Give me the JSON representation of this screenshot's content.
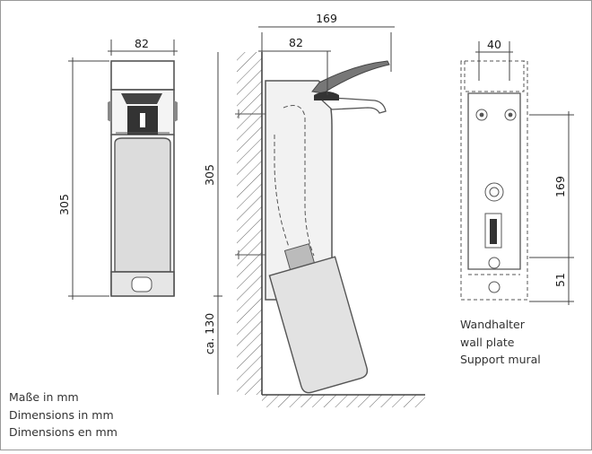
{
  "units_caption": [
    "Maße in mm",
    "Dimensions in mm",
    "Dimensions en mm"
  ],
  "wall_plate_caption": [
    "Wandhalter",
    "wall plate",
    "Support mural"
  ],
  "dimensions": {
    "front_width": "82",
    "front_height": "305",
    "side_total_depth": "169",
    "side_body_depth": "82",
    "side_height": "305",
    "side_mount_height": "ca. 130",
    "plate_top_width": "40",
    "plate_height": "169",
    "plate_lower_offset": "51"
  },
  "colors": {
    "line": "#444444",
    "text": "#1a1a1a",
    "border": "#999999"
  }
}
